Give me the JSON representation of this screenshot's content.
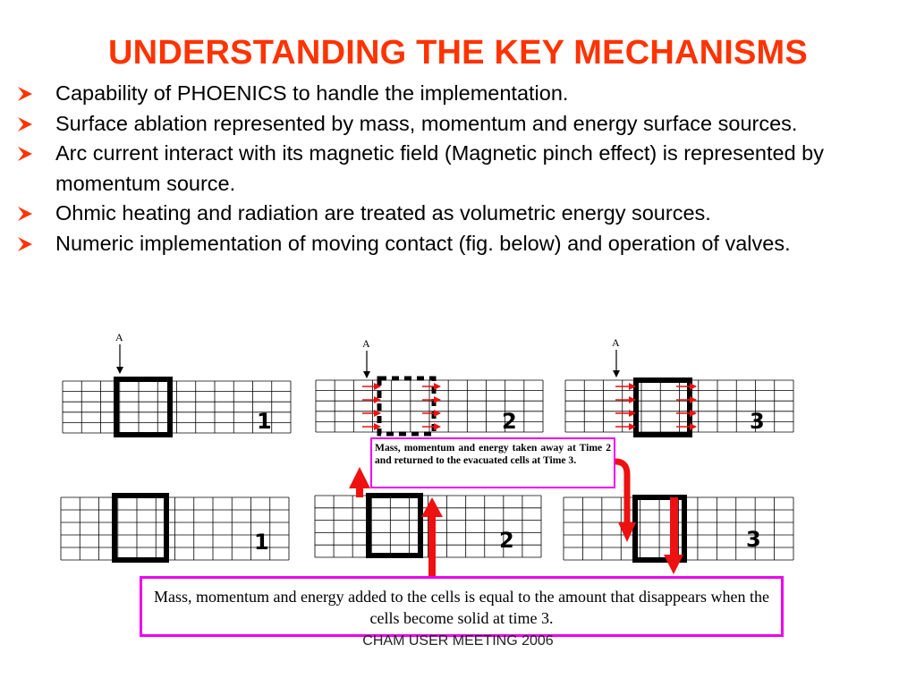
{
  "slide": {
    "title": "UNDERSTANDING THE KEY MECHANISMS",
    "bullets": [
      "Capability of PHOENICS to handle the implementation.",
      "Surface ablation represented by mass, momentum and energy surface sources.",
      "Arc current interact with its magnetic field (Magnetic pinch effect) is represented by momentum source.",
      "Ohmic heating and radiation are treated as volumetric energy sources.",
      "Numeric implementation of moving contact (fig. below) and operation of valves."
    ],
    "bullet_icon": "arrowhead-bullet-icon",
    "footer": "CHAM USER MEETING 2006"
  },
  "figure": {
    "marker_label": "A",
    "panels_top": [
      "1",
      "2",
      "3"
    ],
    "panels_bottom": [
      "1",
      "2",
      "3"
    ],
    "caption_top": "Mass, momentum and energy taken away at Time 2 and returned to the evacuated cells at Time 3.",
    "caption_bottom": "Mass, momentum and energy added to the cells is equal to the amount that disappears when the cells become solid at time 3."
  },
  "colors": {
    "title": "#ff3300",
    "bullet_marker": "#ff3300",
    "arrows": "#ee1111",
    "caption_border": "#ee00ee"
  }
}
